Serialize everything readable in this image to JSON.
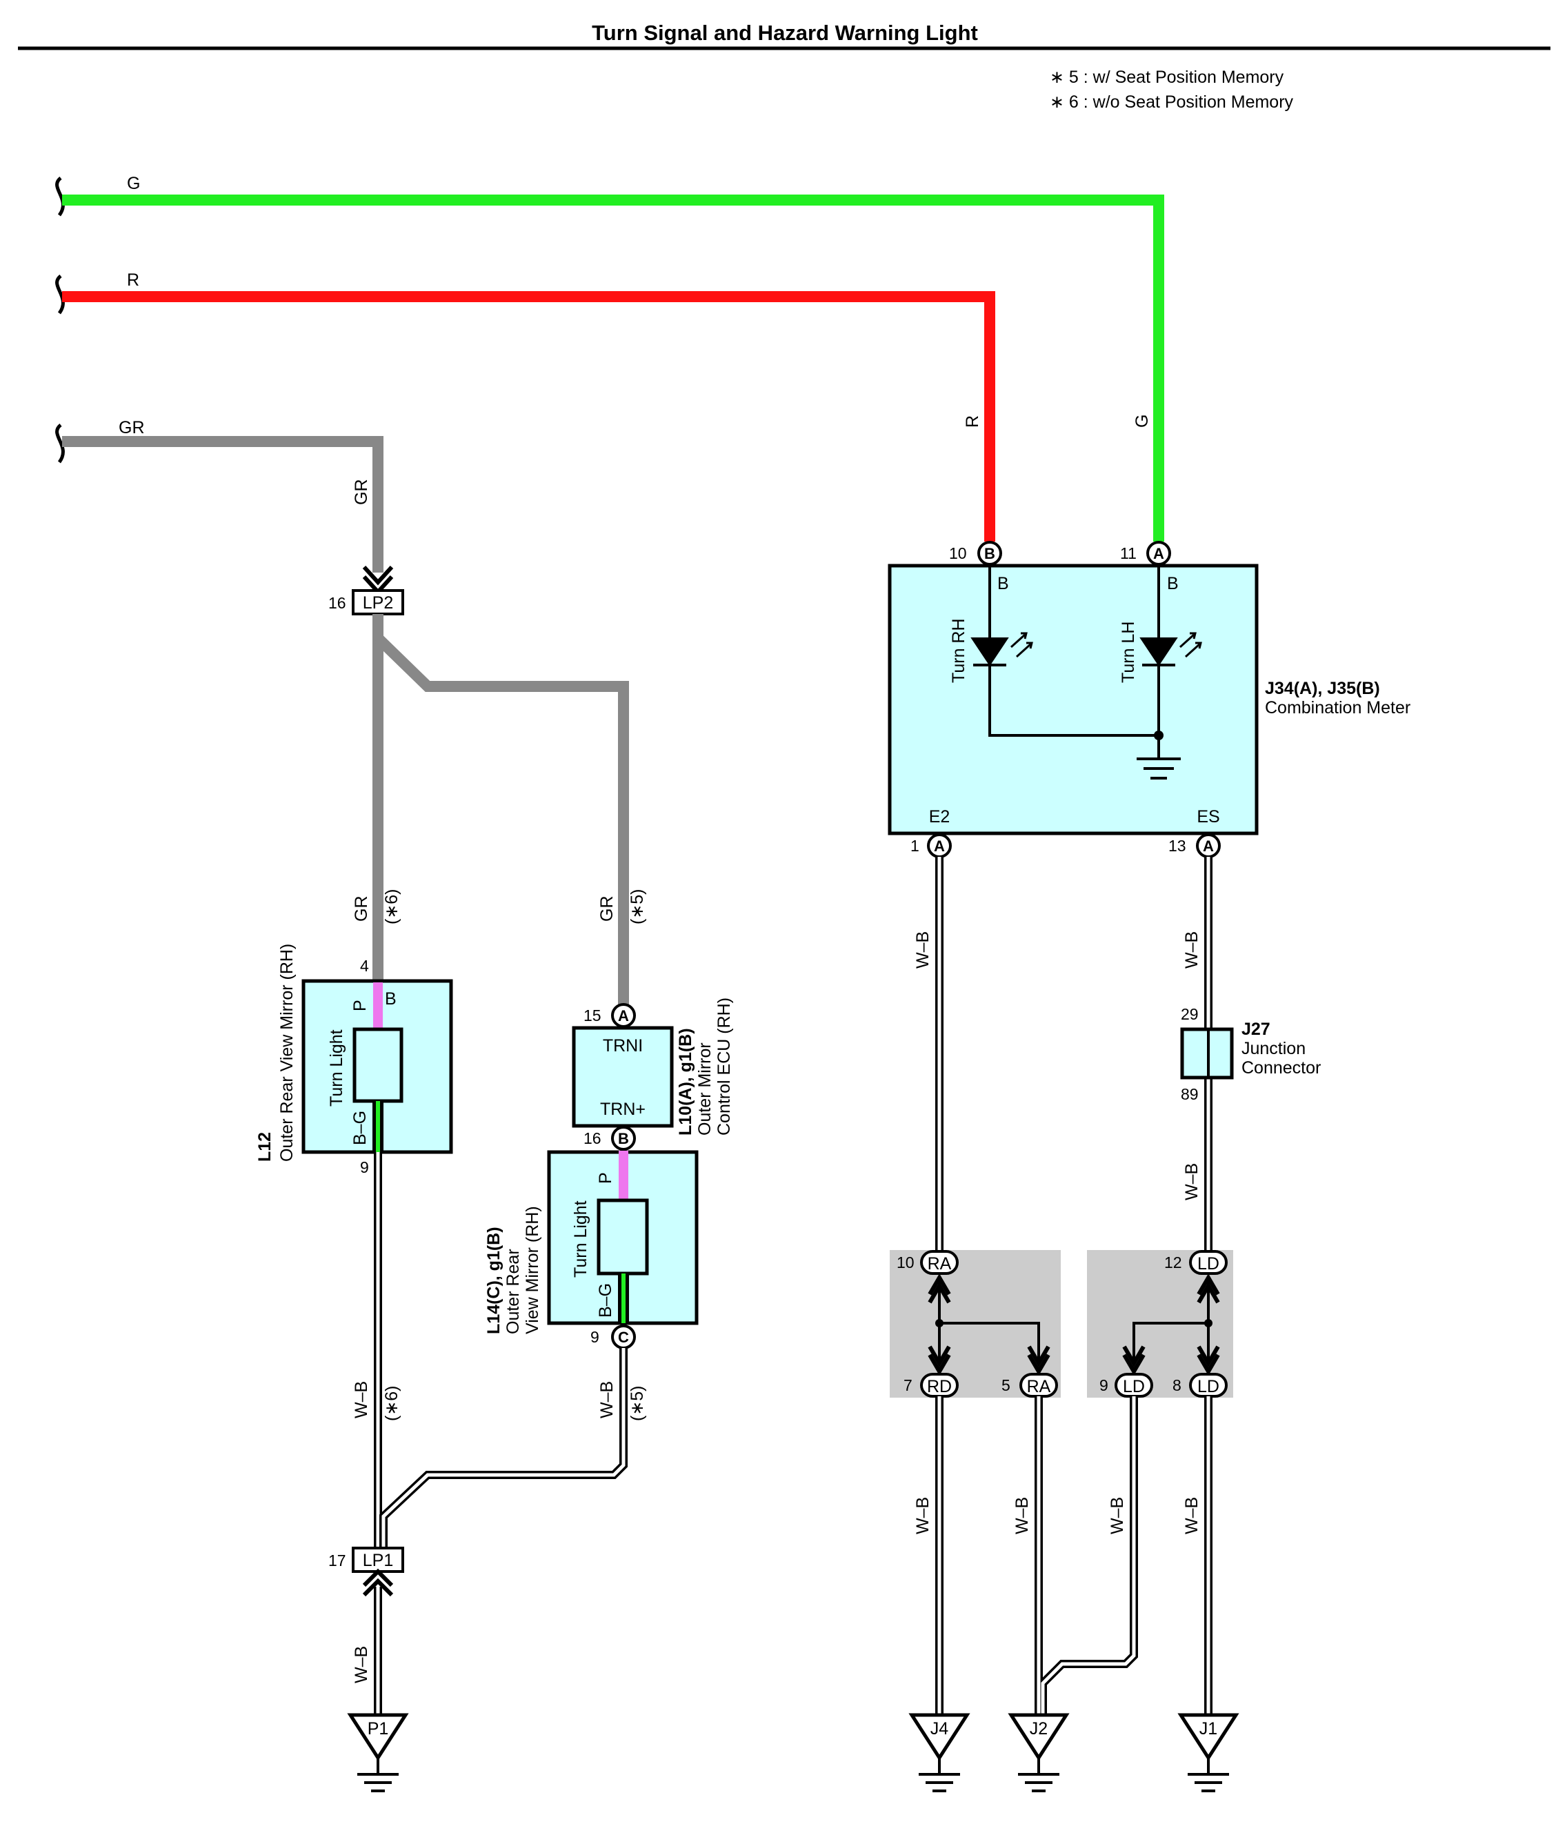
{
  "title": "Turn Signal and Hazard Warning Light",
  "notes": [
    "∗ 5 : w/ Seat Position Memory",
    "∗ 6 : w/o Seat Position Memory"
  ],
  "colors": {
    "green": "#22ee22",
    "red": "#ff1111",
    "gray": "#888888",
    "pink": "#ee77ee",
    "box_fill": "#ccffff",
    "junction_fill": "#cccccc"
  },
  "wires": {
    "g": "G",
    "r": "R",
    "gr": "GR",
    "wb": "W–B",
    "p": "P",
    "bg": "B–G",
    "b": "B",
    "note5": "(∗5)",
    "note6": "(∗6)"
  },
  "meter": {
    "name": "J34(A), J35(B)",
    "desc": "Combination Meter",
    "turn_rh": "Turn RH",
    "turn_lh": "Turn LH",
    "e2": "E2",
    "es": "ES",
    "b1": "B",
    "b2": "B",
    "pin10": "10",
    "pin11": "11",
    "pin1": "1",
    "pin13": "13",
    "conn_b": "B",
    "conn_a": "A",
    "conn_a2": "A",
    "conn_a3": "A"
  },
  "j27": {
    "name": "J27",
    "desc1": "Junction",
    "desc2": "Connector",
    "pin29": "29",
    "pin89": "89"
  },
  "l12": {
    "name": "L12",
    "desc": "Outer Rear View Mirror (RH)",
    "turn_light": "Turn Light",
    "pin4": "4",
    "pin9": "9",
    "b": "B"
  },
  "l10": {
    "name": "L10(A), g1(B)",
    "desc1": "Outer Mirror",
    "desc2": "Control ECU (RH)",
    "trni": "TRNI",
    "trn_plus": "TRN+",
    "pin15": "15",
    "pin16": "16",
    "conn_a": "A",
    "conn_b": "B"
  },
  "l14": {
    "name": "L14(C), g1(B)",
    "desc1": "Outer Rear",
    "desc2": "View Mirror (RH)",
    "turn_light": "Turn Light",
    "pin9": "9",
    "conn_c": "C"
  },
  "connectors": {
    "lp2": "LP2",
    "lp2_pin": "16",
    "lp1": "LP1",
    "lp1_pin": "17"
  },
  "junction_blocks": {
    "ra": "RA",
    "rd": "RD",
    "ld": "LD",
    "pin10": "10",
    "pin7": "7",
    "pin5": "5",
    "pin12": "12",
    "pin9": "9",
    "pin8": "8"
  },
  "grounds": {
    "p1": "P1",
    "j4": "J4",
    "j2": "J2",
    "j1": "J1"
  }
}
